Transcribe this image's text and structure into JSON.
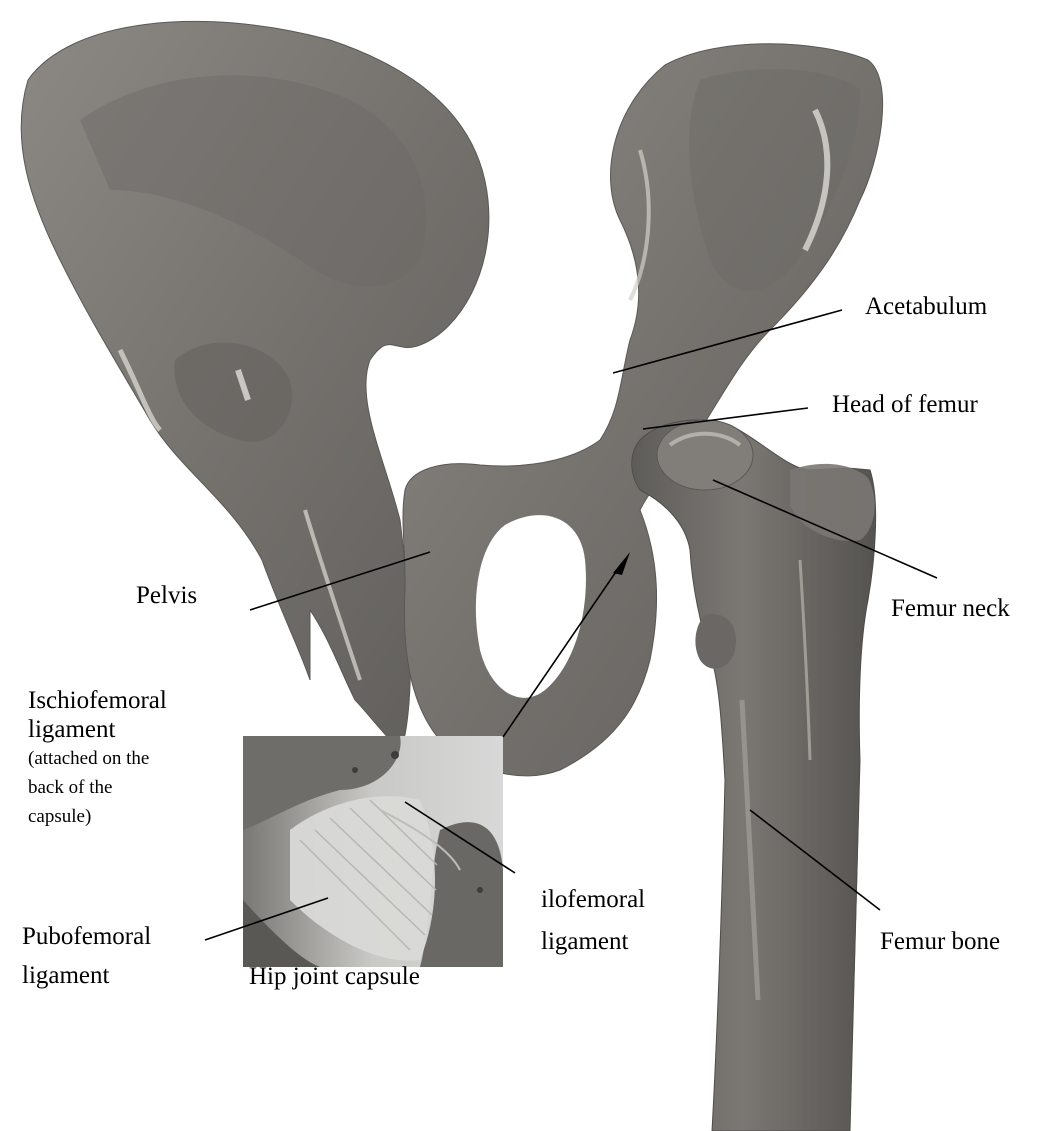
{
  "colors": {
    "bone": "#76736f",
    "bone_dark": "#5c5a57",
    "bone_light": "#9c9995",
    "highlight": "#d6d3cd",
    "ligament": "#d9d9d7",
    "inset_bg": "#d2d2d2",
    "leader_line": "#000000",
    "label_text": "#000000"
  },
  "labels": {
    "acetabulum": "Acetabulum",
    "head_of_femur": "Head of femur",
    "femur_neck": "Femur neck",
    "pelvis": "Pelvis",
    "femur_bone": "Femur bone",
    "ischiofemoral_line1": "Ischiofemoral",
    "ischiofemoral_line2": "ligament",
    "ischiofemoral_note_line1": "(attached on the",
    "ischiofemoral_note_line2": "back of the",
    "ischiofemoral_note_line3": "capsule)",
    "pubofemoral_line1": "Pubofemoral",
    "pubofemoral_line2": "ligament",
    "ilofemoral_line1": "ilofemoral",
    "ilofemoral_line2": "ligament",
    "inset_caption": "Hip joint capsule"
  }
}
